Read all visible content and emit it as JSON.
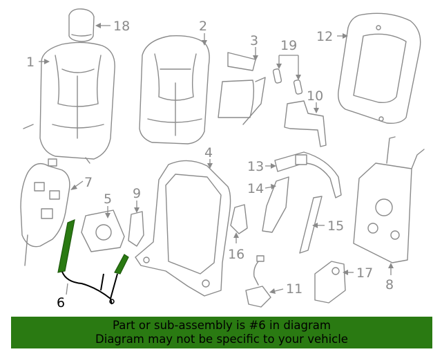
{
  "diagram": {
    "callouts": [
      {
        "id": "1",
        "text": "1"
      },
      {
        "id": "2",
        "text": "2"
      },
      {
        "id": "3",
        "text": "3"
      },
      {
        "id": "4",
        "text": "4"
      },
      {
        "id": "5",
        "text": "5"
      },
      {
        "id": "6",
        "text": "6"
      },
      {
        "id": "7",
        "text": "7"
      },
      {
        "id": "8",
        "text": "8"
      },
      {
        "id": "9",
        "text": "9"
      },
      {
        "id": "10",
        "text": "10"
      },
      {
        "id": "11",
        "text": "11"
      },
      {
        "id": "12",
        "text": "12"
      },
      {
        "id": "13",
        "text": "13"
      },
      {
        "id": "14",
        "text": "14"
      },
      {
        "id": "15",
        "text": "15"
      },
      {
        "id": "16",
        "text": "16"
      },
      {
        "id": "17",
        "text": "17"
      },
      {
        "id": "18",
        "text": "18"
      },
      {
        "id": "19",
        "text": "19"
      }
    ],
    "highlight_color": "#2a7a12",
    "highlighted_part": "6"
  },
  "banner": {
    "line1": "Part or sub-assembly is #6 in diagram",
    "line2": "Diagram may not be specific to your vehicle"
  }
}
